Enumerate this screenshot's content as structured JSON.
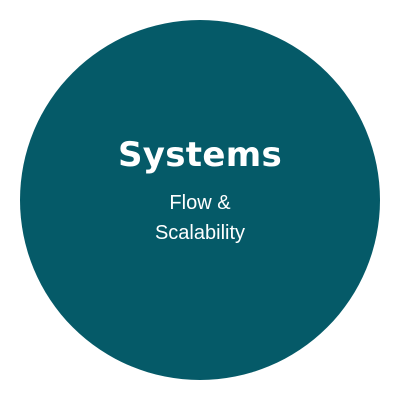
{
  "circle": {
    "color": "#055a68",
    "title": "Systems",
    "subtitle_lines": [
      "Flow &",
      "Scalability"
    ]
  },
  "text_color": "#ffffff",
  "background_color": "#ffffff"
}
